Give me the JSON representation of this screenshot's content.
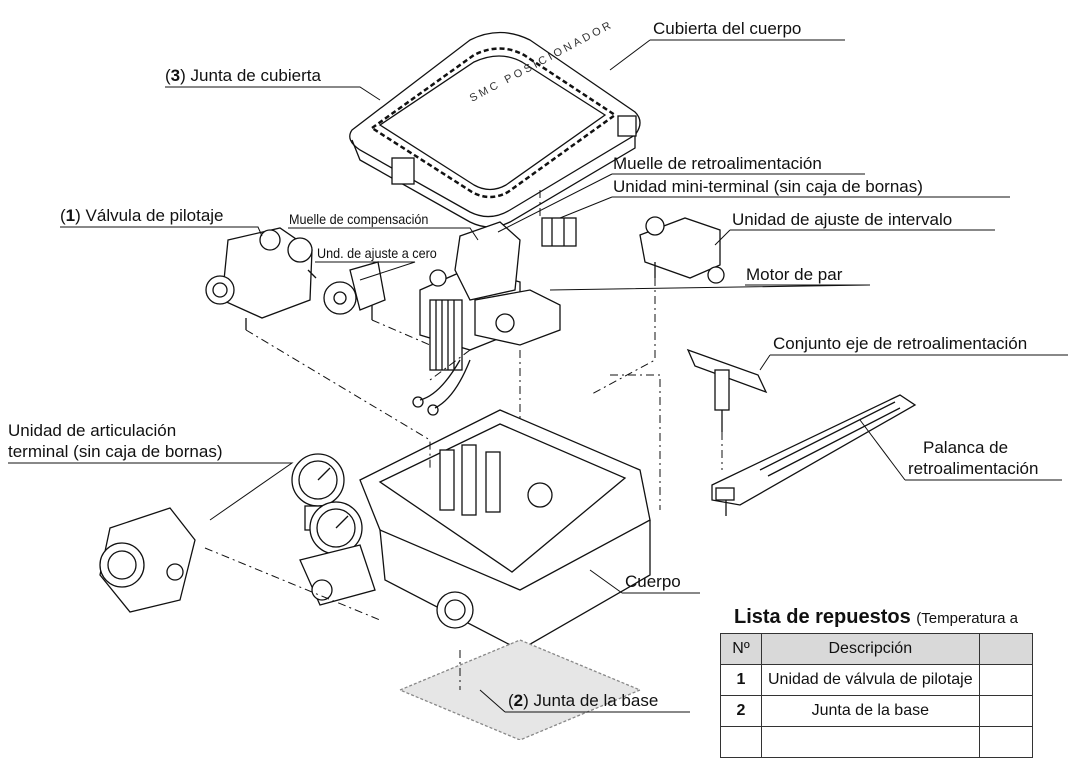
{
  "labels": {
    "cubierta_cuerpo": "Cubierta del cuerpo",
    "junta_cubierta_num": "3",
    "junta_cubierta": "Junta de cubierta",
    "muelle_retro": "Muelle de retroalimentación",
    "unidad_mini": "Unidad mini-terminal (sin caja de bornas)",
    "valvula_num": "1",
    "valvula": "Válvula de pilotaje",
    "muelle_comp": "Muelle de compensación",
    "und_cero": "Und. de ajuste a cero",
    "unidad_intervalo": "Unidad de ajuste de intervalo",
    "motor_par": "Motor de par",
    "conjunto_eje": "Conjunto eje de retroalimentación",
    "palanca_1": "Palanca de",
    "palanca_2": "retroalimentación",
    "articulacion_1": "Unidad de articulación",
    "articulacion_2": "terminal (sin caja de bornas)",
    "cuerpo": "Cuerpo",
    "junta_base_num": "2",
    "junta_base": "Junta de la base",
    "cover_text": "SMC POSICIONADOR"
  },
  "parts_list": {
    "title": "Lista de repuestos",
    "note": "(Temperatura a",
    "headers": [
      "Nº",
      "Descripción"
    ],
    "rows": [
      {
        "no": "1",
        "desc": "Unidad de válvula de pilotaje"
      },
      {
        "no": "2",
        "desc": "Junta de la base"
      }
    ]
  }
}
